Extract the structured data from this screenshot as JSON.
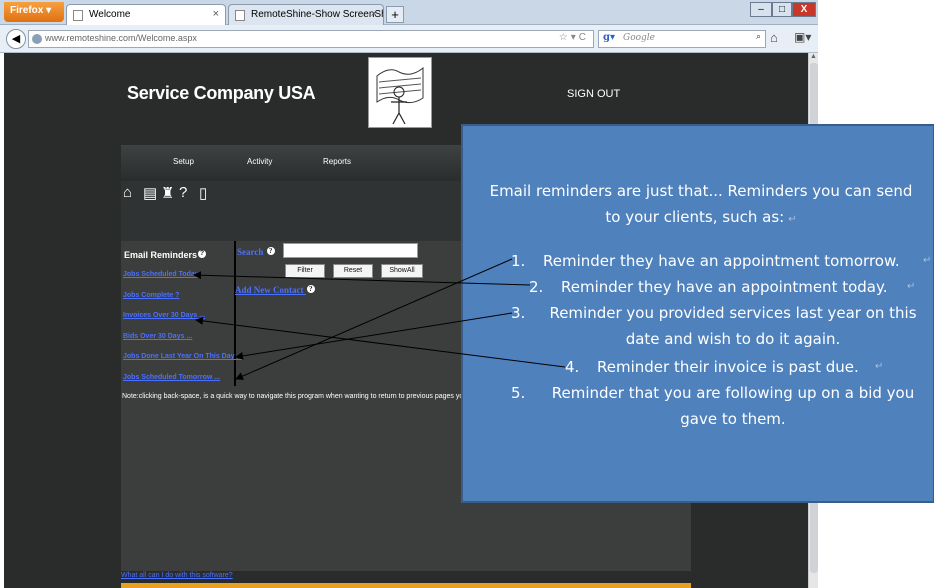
{
  "browser": {
    "app_button": "Firefox",
    "tabs": [
      {
        "label": "Welcome"
      },
      {
        "label": "RemoteShine-Show ScreenShots"
      }
    ],
    "new_tab": "+",
    "url": "www.remoteshine.com/Welcome.aspx",
    "search_engine": "Google",
    "search_placeholder": "Google"
  },
  "page": {
    "company_name": "Service Company USA",
    "sign_out": "SIGN OUT",
    "nav": [
      "Setup",
      "Activity",
      "Reports"
    ],
    "email_reminders_title": "Email Reminders",
    "reminder_links": [
      "Jobs Scheduled Today",
      "Jobs Complete ?",
      "Invoices Over 30 Days ...",
      "Bids Over 30 Days ...",
      "Jobs Done Last Year On This Day ...",
      "Jobs Scheduled Tomorrow ..."
    ],
    "search_label": "Search",
    "search_value": "",
    "buttons": {
      "filter": "Filter",
      "reset": "Reset",
      "show_all": "ShowAll"
    },
    "add_new_contact": "Add New Contact",
    "note": "Note:clicking back-space, is a quick way to navigate this program when wanting to return to previous pages yo",
    "what_link": "What all can I do with this software?"
  },
  "callout": {
    "intro": "Email reminders are just that... Reminders you can send to your clients, such as:",
    "items": [
      {
        "num": "1.",
        "text": "Reminder they have an appointment tomorrow."
      },
      {
        "num": "2.",
        "text": "Reminder they have an appointment today."
      },
      {
        "num": "3.",
        "text": "Reminder you provided services last year on this date and wish to do it again."
      },
      {
        "num": "4.",
        "text": "Reminder their invoice is past due."
      },
      {
        "num": "5.",
        "text": "Reminder that you are following up on a bid you gave to them."
      }
    ]
  },
  "colors": {
    "page_bg": "#2a2c2c",
    "callout_bg": "#4f81bd",
    "link_blue": "#4a70ff",
    "firefox_orange": "#e07010"
  }
}
